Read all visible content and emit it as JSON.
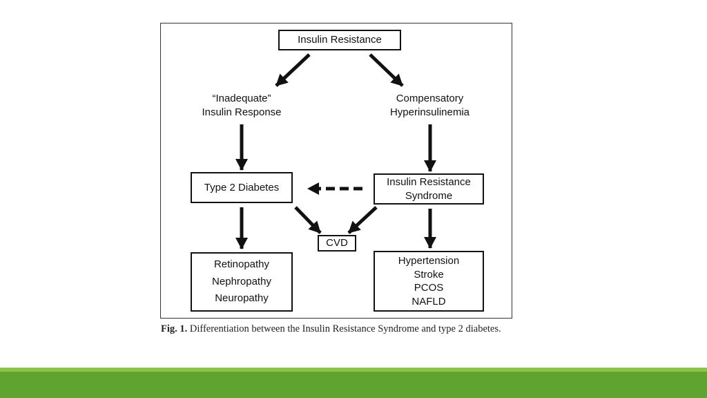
{
  "diagram": {
    "root": "Insulin Resistance",
    "left_branch": [
      "“Inadequate”",
      "Insulin Response"
    ],
    "right_branch": [
      "Compensatory",
      "Hyperinsulinemia"
    ],
    "type2": "Type 2 Diabetes",
    "irs": [
      "Insulin Resistance",
      "Syndrome"
    ],
    "cvd": "CVD",
    "complications_left": [
      "Retinopathy",
      "Nephropathy",
      "Neuropathy"
    ],
    "complications_right": [
      "Hypertension",
      "Stroke",
      "PCOS",
      "NAFLD"
    ]
  },
  "caption": {
    "prefix": "Fig. 1.",
    "text": " Differentiation between the Insulin Resistance Syndrome and type 2 diabetes."
  },
  "colors": {
    "bar_light": "#8dc448",
    "bar_dark": "#5fa331",
    "ink": "#111111"
  }
}
